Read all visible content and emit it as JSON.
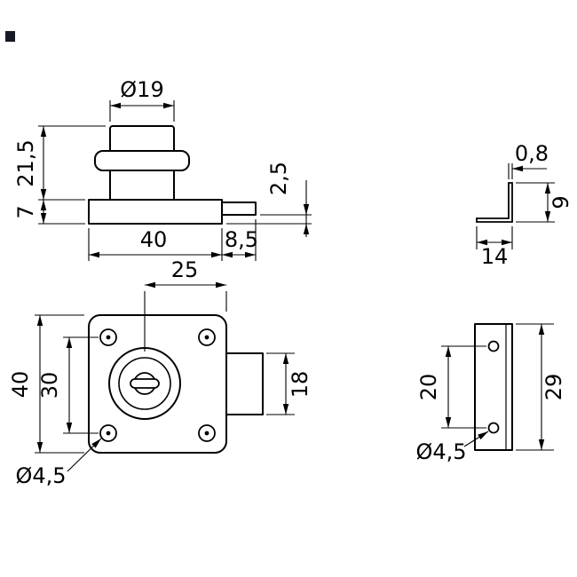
{
  "colors": {
    "line": "#000000",
    "background": "#ffffff",
    "logo": "#151a24"
  },
  "views": {
    "lock_side": {
      "dims": {
        "knob_diameter": "Ø19",
        "height_above_base": "21,5",
        "base_thickness": "7",
        "bolt_bottom_offset": "2,5",
        "base_width": "40",
        "bolt_extension": "8,5"
      }
    },
    "lock_front": {
      "dims": {
        "center_to_edge": "25",
        "body_size": "40",
        "screw_hole_spacing": "30",
        "bolt_height": "18",
        "screw_hole_diameter": "Ø4,5"
      }
    },
    "strike_side": {
      "dims": {
        "thickness": "0,8",
        "leg_height": "9",
        "width": "14"
      }
    },
    "strike_front": {
      "dims": {
        "hole_spacing": "20",
        "height": "29",
        "hole_diameter": "Ø4,5"
      }
    }
  }
}
